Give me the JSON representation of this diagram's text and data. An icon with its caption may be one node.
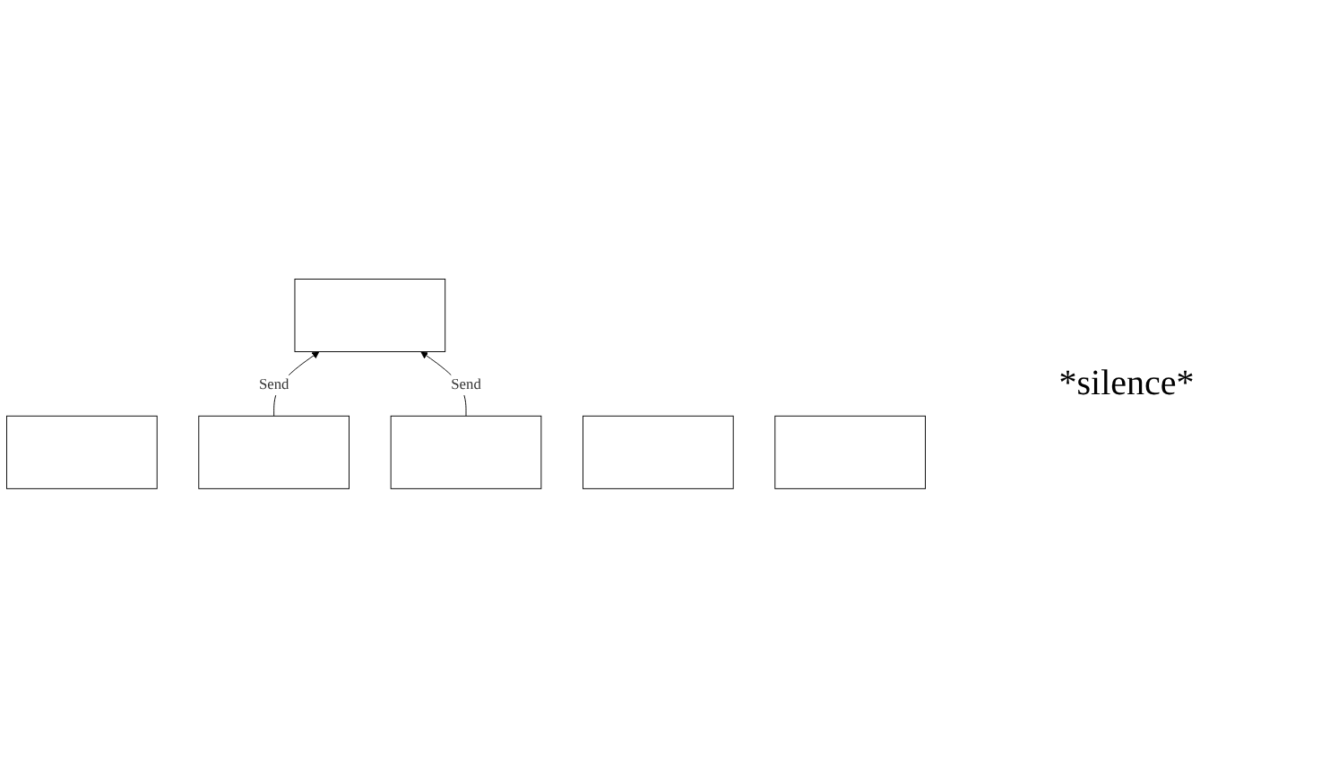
{
  "diagram": {
    "nodes": [
      {
        "text": [],
        "shape": "box"
      },
      {
        "text": [],
        "shape": "box"
      },
      {
        "text": [],
        "shape": "box"
      },
      {
        "text": [],
        "shape": "box"
      },
      {
        "text": [],
        "shape": "box"
      },
      {
        "text": [],
        "shape": "box"
      }
    ],
    "edges": [
      {
        "from": 2,
        "to": 0,
        "arrow": "to",
        "label": "Send"
      },
      {
        "from": 3,
        "to": 0,
        "arrow": "to",
        "label": "Send"
      }
    ],
    "labels": [
      "*silence*"
    ]
  }
}
